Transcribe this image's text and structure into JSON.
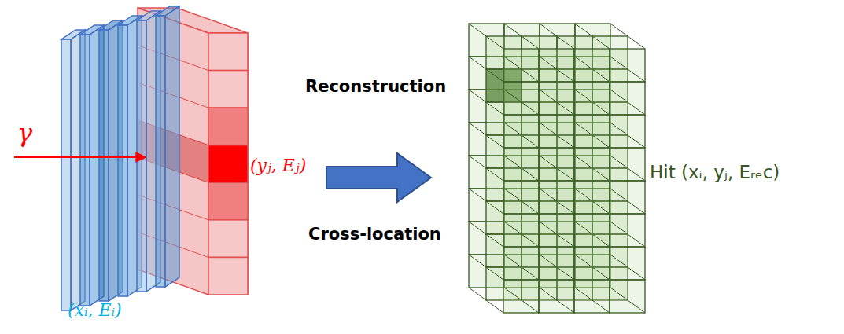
{
  "diagram": {
    "labels": [
      "γ",
      "(xᵢ, Eᵢ)",
      "(yⱼ, Eⱼ)",
      "Reconstruction",
      "Cross-location",
      "Hit (xᵢ, yⱼ, Eᵣₑc)"
    ]
  }
}
